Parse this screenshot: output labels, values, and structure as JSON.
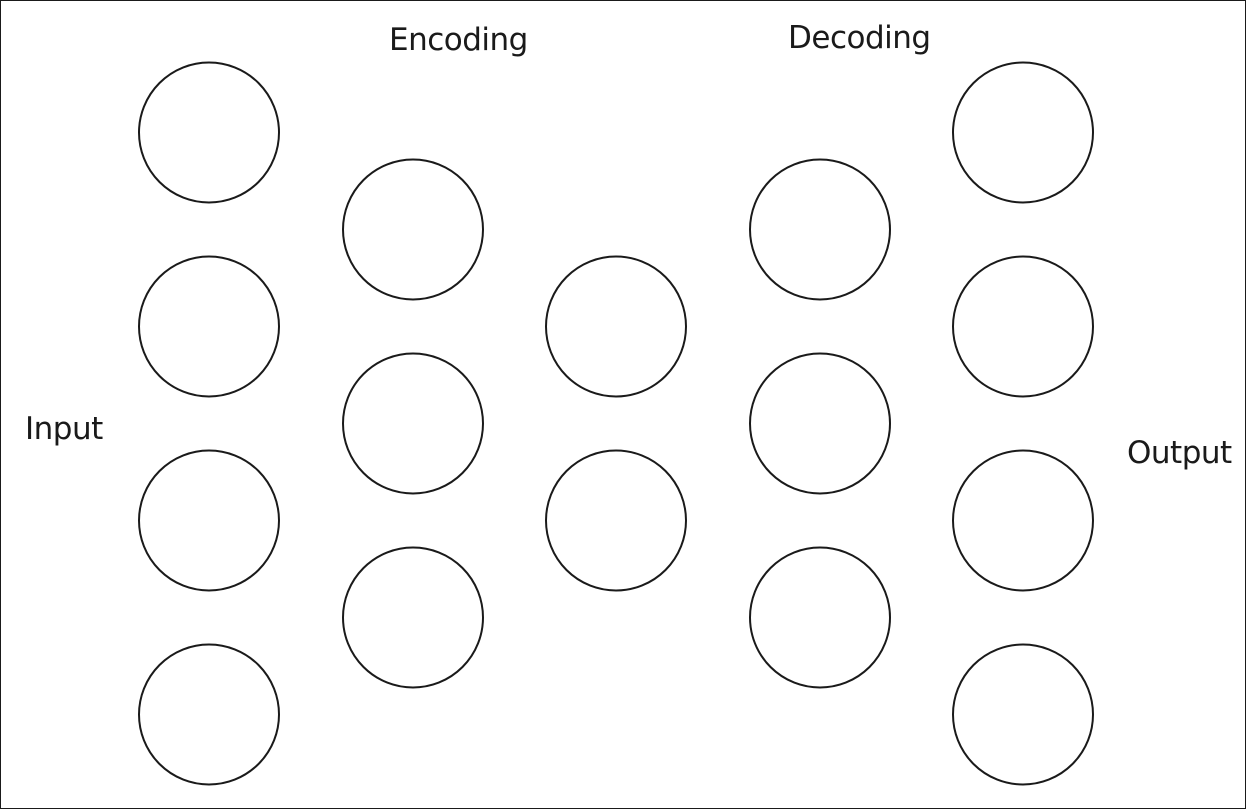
{
  "labels": {
    "input": "Input",
    "encoding": "Encoding",
    "decoding": "Decoding",
    "output": "Output"
  },
  "layers": [
    {
      "name": "input",
      "node_count": 4
    },
    {
      "name": "encoding-hidden",
      "node_count": 3
    },
    {
      "name": "bottleneck",
      "node_count": 2
    },
    {
      "name": "decoding-hidden",
      "node_count": 3
    },
    {
      "name": "output",
      "node_count": 4
    }
  ],
  "colors": {
    "stroke": "#1a1a1a",
    "background": "#ffffff"
  }
}
